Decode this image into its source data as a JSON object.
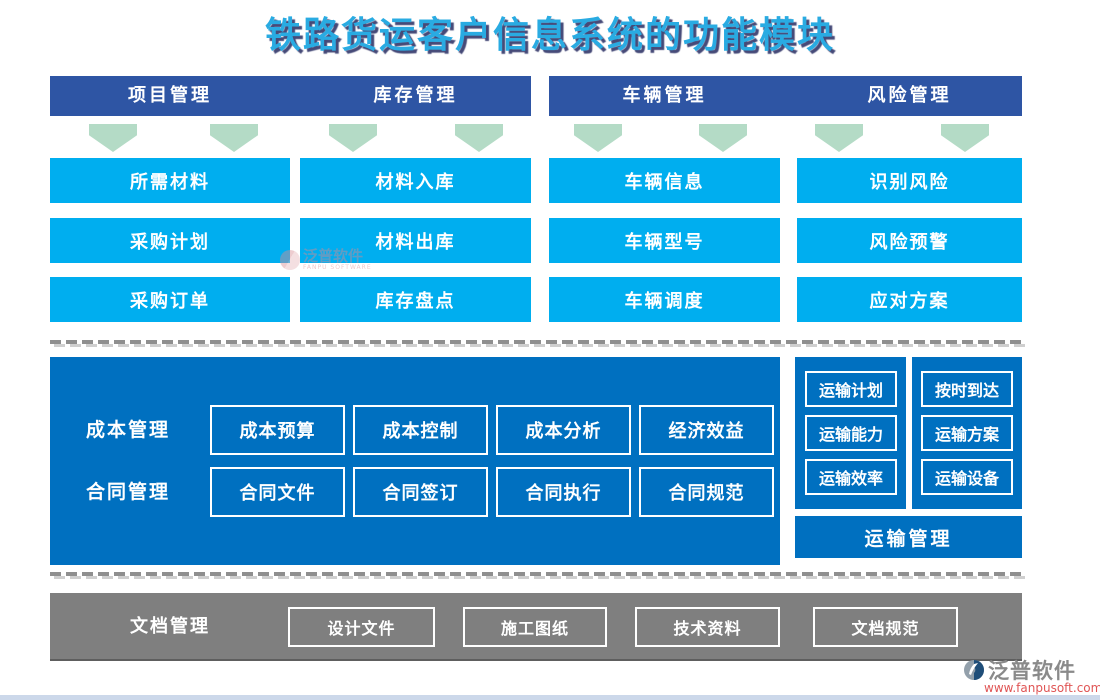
{
  "title": "铁路货运客户信息系统的功能模块",
  "top_sections": [
    {
      "header": "项目管理",
      "items": [
        "所需材料",
        "采购计划",
        "采购订单"
      ]
    },
    {
      "header": "库存管理",
      "items": [
        "材料入库",
        "材料出库",
        "库存盘点"
      ]
    },
    {
      "header": "车辆管理",
      "items": [
        "车辆信息",
        "车辆型号",
        "车辆调度"
      ]
    },
    {
      "header": "风险管理",
      "items": [
        "识别风险",
        "风险预警",
        "应对方案"
      ]
    }
  ],
  "middle": {
    "rows": [
      {
        "label": "成本管理",
        "items": [
          "成本预算",
          "成本控制",
          "成本分析",
          "经济效益"
        ]
      },
      {
        "label": "合同管理",
        "items": [
          "合同文件",
          "合同签订",
          "合同执行",
          "合同规范"
        ]
      }
    ],
    "transport": {
      "col_a": [
        "运输计划",
        "运输能力",
        "运输效率"
      ],
      "col_b": [
        "按时到达",
        "运输方案",
        "运输设备"
      ],
      "footer": "运输管理"
    }
  },
  "bottom": {
    "label": "文档管理",
    "items": [
      "设计文件",
      "施工图纸",
      "技术资料",
      "文档规范"
    ]
  },
  "watermark": {
    "text": "泛普软件",
    "subtext": "FANPU SOFTWARE"
  },
  "logo": {
    "name": "泛普软件",
    "url": "www.fanpusoft.com"
  },
  "colors": {
    "title": "#29abe2",
    "header_navy": "#2e55a4",
    "module_cyan": "#00aeef",
    "panel_blue": "#0070c0",
    "arrow_green": "#b4dbc6",
    "doc_gray": "#7f7f7f"
  }
}
